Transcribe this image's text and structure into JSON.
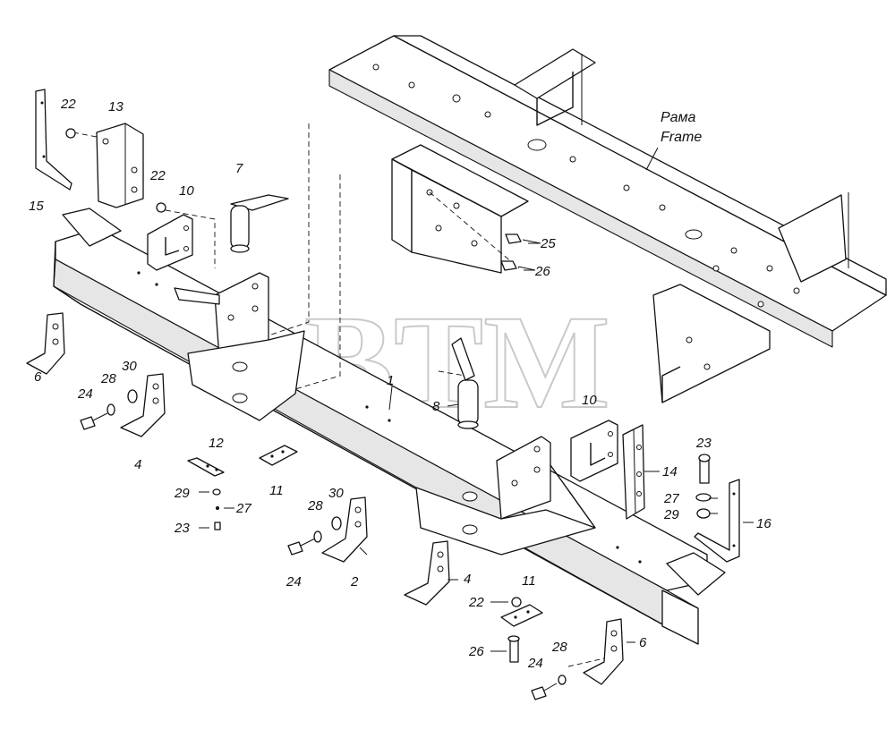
{
  "frame_label": {
    "ru": "Рама",
    "en": "Frame"
  },
  "watermark": {
    "text": "BTM",
    "mark": "®"
  },
  "callouts": [
    {
      "id": "c1",
      "text": "1"
    },
    {
      "id": "c2",
      "text": "2"
    },
    {
      "id": "c4a",
      "text": "4"
    },
    {
      "id": "c4b",
      "text": "4"
    },
    {
      "id": "c6a",
      "text": "6"
    },
    {
      "id": "c6b",
      "text": "6"
    },
    {
      "id": "c7",
      "text": "7"
    },
    {
      "id": "c8",
      "text": "8"
    },
    {
      "id": "c10a",
      "text": "10"
    },
    {
      "id": "c10b",
      "text": "10"
    },
    {
      "id": "c11a",
      "text": "11"
    },
    {
      "id": "c11b",
      "text": "11"
    },
    {
      "id": "c12",
      "text": "12"
    },
    {
      "id": "c13",
      "text": "13"
    },
    {
      "id": "c14",
      "text": "14"
    },
    {
      "id": "c15",
      "text": "15"
    },
    {
      "id": "c16",
      "text": "16"
    },
    {
      "id": "c22a",
      "text": "22"
    },
    {
      "id": "c22b",
      "text": "22"
    },
    {
      "id": "c22c",
      "text": "22"
    },
    {
      "id": "c23a",
      "text": "23"
    },
    {
      "id": "c23b",
      "text": "23"
    },
    {
      "id": "c24a",
      "text": "24"
    },
    {
      "id": "c24b",
      "text": "24"
    },
    {
      "id": "c24c",
      "text": "24"
    },
    {
      "id": "c25",
      "text": "25"
    },
    {
      "id": "c26a",
      "text": "26"
    },
    {
      "id": "c26b",
      "text": "26"
    },
    {
      "id": "c27a",
      "text": "27"
    },
    {
      "id": "c27b",
      "text": "27"
    },
    {
      "id": "c28a",
      "text": "28"
    },
    {
      "id": "c28b",
      "text": "28"
    },
    {
      "id": "c28c",
      "text": "28"
    },
    {
      "id": "c29a",
      "text": "29"
    },
    {
      "id": "c29b",
      "text": "29"
    },
    {
      "id": "c30a",
      "text": "30"
    },
    {
      "id": "c30b",
      "text": "30"
    }
  ]
}
